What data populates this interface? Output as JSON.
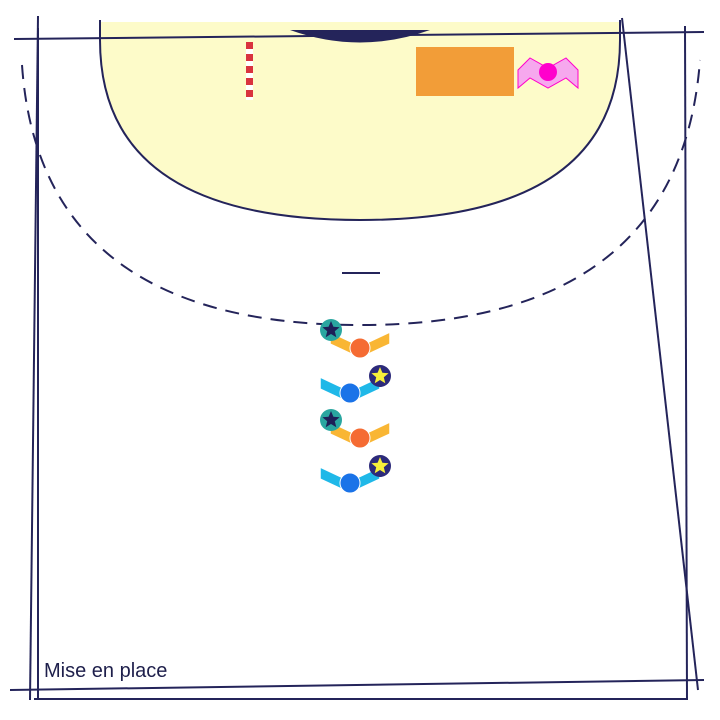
{
  "diagram": {
    "caption": "Mise en place",
    "colors": {
      "line": "#24245a",
      "goal_area": "#fdfbc9",
      "post_red": "#d9333f",
      "mat": "#f29d38",
      "coach": "#ff00cc",
      "coach_body": "#f6a8ee",
      "team_orange_body": "#f9b634",
      "team_orange_head": "#f56b33",
      "team_blue_body": "#1fb8e8",
      "team_blue_head": "#1a73e8",
      "star_dark_fill": "#1e2058",
      "star_dark_ring": "#2aa6a0",
      "star_yellow_fill": "#f7ef3a",
      "star_yellow_ring": "#2c2a7a"
    },
    "icons": {
      "coach": "coach-player-icon",
      "mat": "mat-icon",
      "star_dark": "dark-star-icon",
      "star_yellow": "yellow-star-icon"
    },
    "players": [
      {
        "team": "orange",
        "star": "dark"
      },
      {
        "team": "blue",
        "star": "yellow"
      },
      {
        "team": "orange",
        "star": "dark"
      },
      {
        "team": "blue",
        "star": "yellow"
      }
    ]
  }
}
